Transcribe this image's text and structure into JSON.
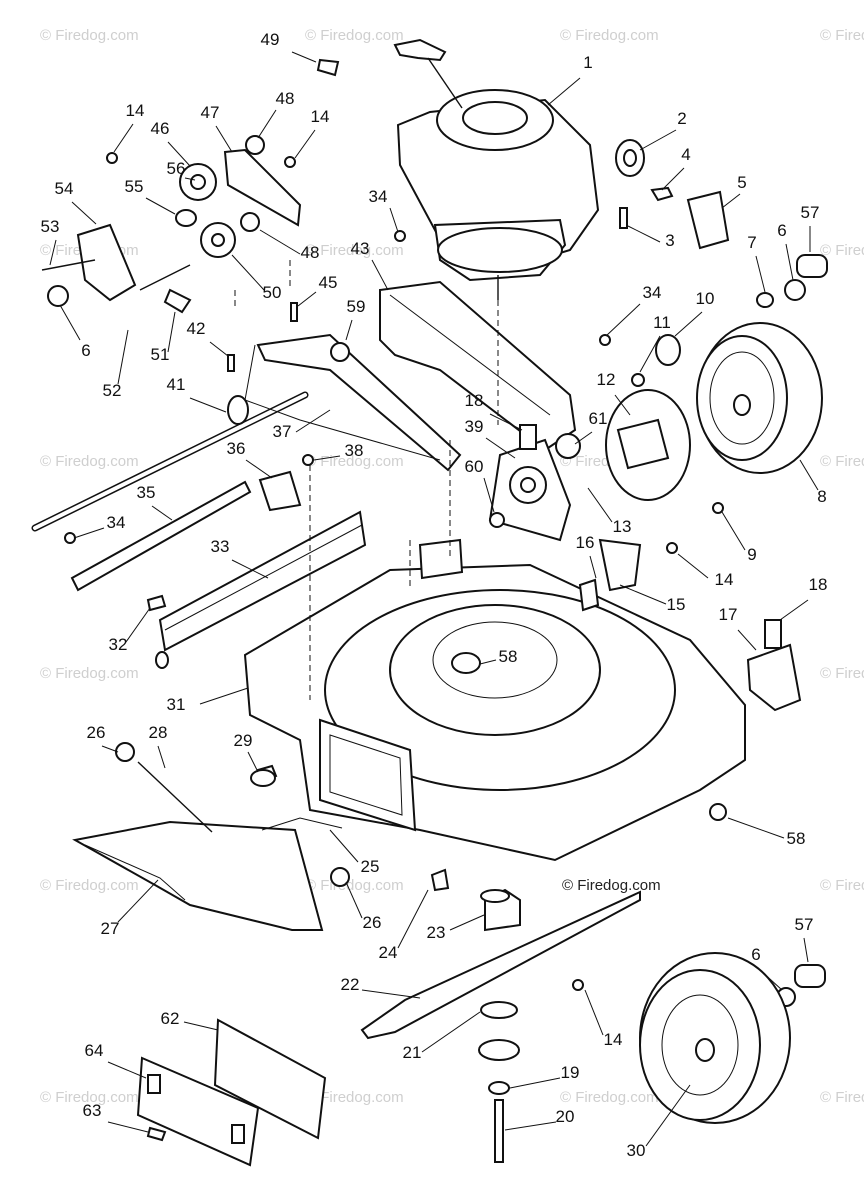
{
  "watermark": {
    "text": "© Firedog.com",
    "center_text": "© Firedog.com"
  },
  "callouts": [
    "1",
    "2",
    "3",
    "4",
    "5",
    "6",
    "7",
    "8",
    "9",
    "10",
    "11",
    "12",
    "13",
    "14",
    "15",
    "16",
    "17",
    "18",
    "19",
    "20",
    "21",
    "22",
    "23",
    "24",
    "25",
    "26",
    "27",
    "28",
    "29",
    "30",
    "31",
    "32",
    "33",
    "34",
    "35",
    "36",
    "37",
    "38",
    "39",
    "41",
    "42",
    "43",
    "45",
    "46",
    "47",
    "48",
    "49",
    "50",
    "51",
    "52",
    "53",
    "54",
    "55",
    "56",
    "57",
    "58",
    "59",
    "60",
    "61",
    "62",
    "63",
    "64"
  ],
  "colors": {
    "line": "#111111",
    "watermark": "#cfcfcf",
    "background": "#ffffff"
  }
}
